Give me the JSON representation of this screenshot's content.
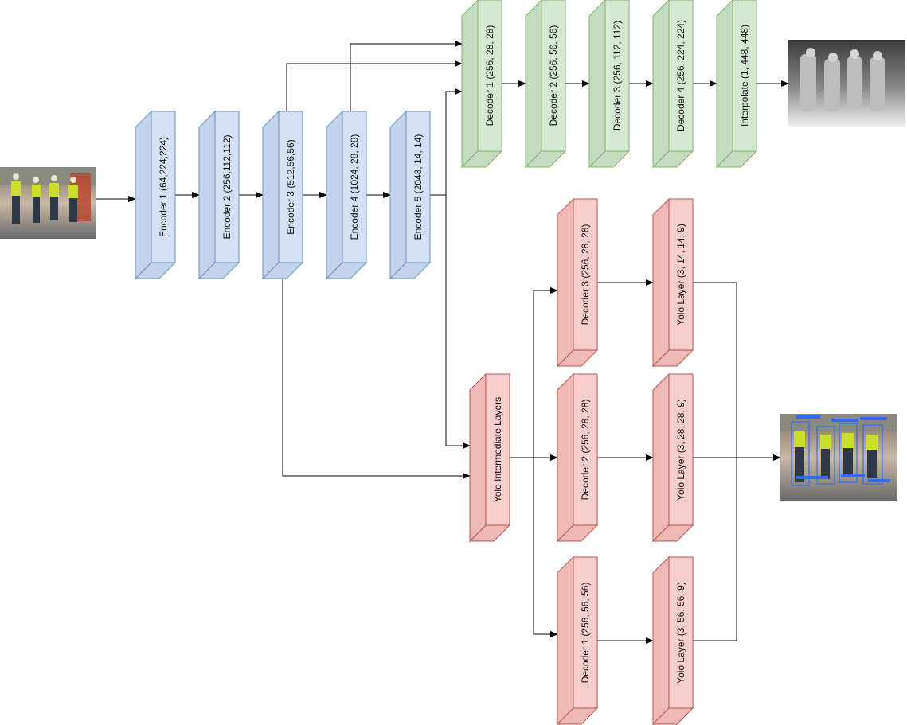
{
  "colors": {
    "encoder_fill": "#d4e1f4",
    "encoder_side": "#c4d3ec",
    "encoder_stroke": "#6c8ebf",
    "depth_fill": "#d5e8d4",
    "depth_side": "#c4dcc2",
    "depth_stroke": "#82b366",
    "det_fill": "#f8cecc",
    "det_side": "#efb9b6",
    "det_stroke": "#b85450",
    "line": "#000000"
  },
  "images": {
    "input": "input-photo-workers",
    "depth_output": "depth-map-output",
    "detection_output": "detection-output"
  },
  "encoders": [
    {
      "id": "enc1",
      "label": "Encoder 1 (64,224,224)"
    },
    {
      "id": "enc2",
      "label": "Encoder 2 (256,112,112)"
    },
    {
      "id": "enc3",
      "label": "Encoder 3 (512,56,56)"
    },
    {
      "id": "enc4",
      "label": "Encoder 4 (1024, 28, 28)"
    },
    {
      "id": "enc5",
      "label": "Encoder 5 (2048, 14, 14)"
    }
  ],
  "depth_branch": [
    {
      "id": "dd1",
      "label": "Decoder 1 (256, 28, 28)"
    },
    {
      "id": "dd2",
      "label": "Decoder 2 (256, 56, 56)"
    },
    {
      "id": "dd3",
      "label": "Decoder 3 (256, 112, 112)"
    },
    {
      "id": "dd4",
      "label": "Decoder 4 (256, 224, 224)"
    },
    {
      "id": "interp",
      "label": "Interpolate (1, 448, 448)"
    }
  ],
  "detection_branch": {
    "intermediate": {
      "id": "yint",
      "label": "Yolo Intermediate Layers"
    },
    "decoders": [
      {
        "id": "yd3",
        "label": "Decoder 3 (256, 28, 28)"
      },
      {
        "id": "yd2",
        "label": "Decoder 2 (256, 28, 28)"
      },
      {
        "id": "yd1",
        "label": "Decoder 1 (256, 56, 56)"
      }
    ],
    "yolo_layers": [
      {
        "id": "yl1",
        "label": "Yolo Layer (3, 14, 14, 9)"
      },
      {
        "id": "yl2",
        "label": "Yolo Layer (3, 28, 28, 9)"
      },
      {
        "id": "yl3",
        "label": "Yolo Layer (3, 56, 56, 9)"
      }
    ]
  }
}
